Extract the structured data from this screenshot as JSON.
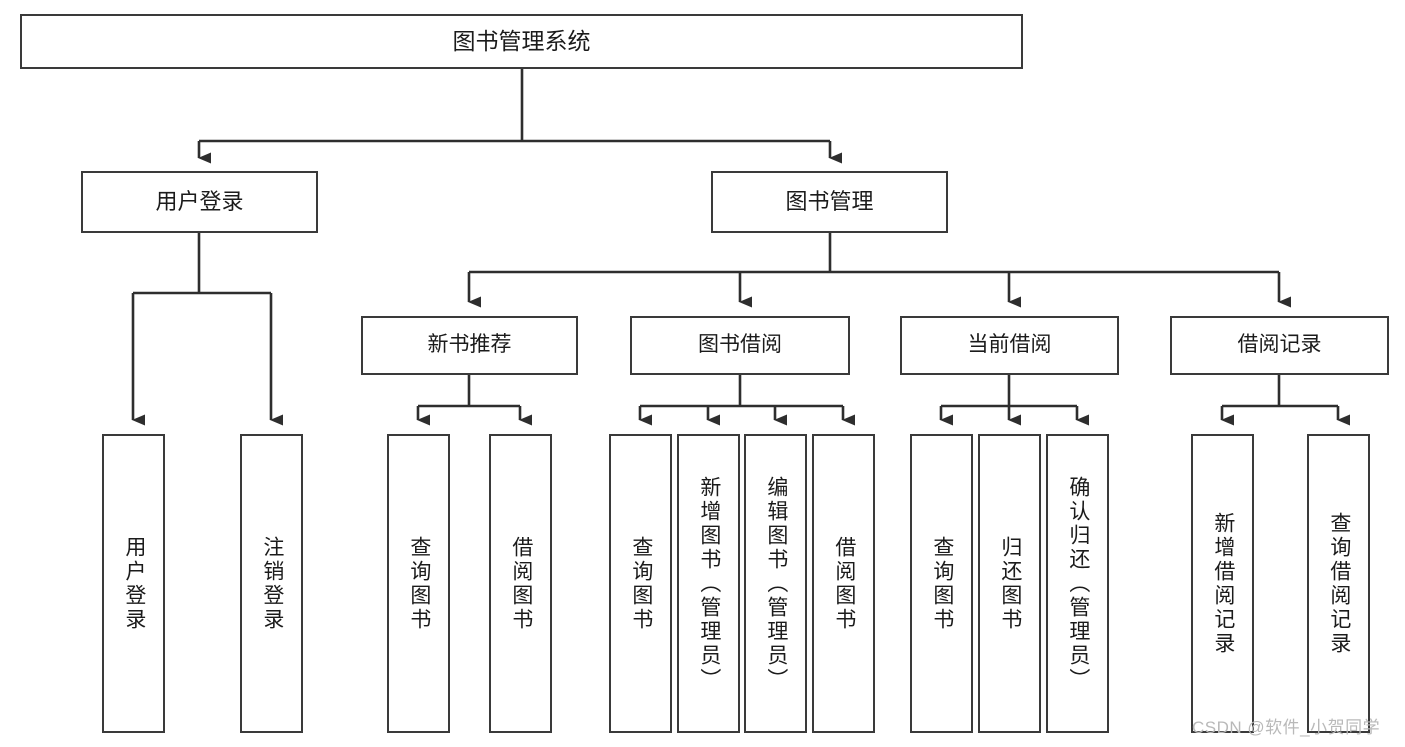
{
  "diagram": {
    "type": "tree-hierarchy",
    "title": "图书管理系统",
    "watermark": "CSDN @软件_小贺同学",
    "colors": {
      "box_border": "#3a3a3a",
      "box_fill": "#ffffff",
      "edge": "#2e2e2e",
      "text": "#1b1b1b",
      "watermark": "#b9b9b9",
      "background": "#ffffff"
    },
    "root": {
      "label": "图书管理系统"
    },
    "level1": [
      {
        "label": "用户登录"
      },
      {
        "label": "图书管理"
      }
    ],
    "level2": [
      {
        "label": "新书推荐"
      },
      {
        "label": "图书借阅"
      },
      {
        "label": "当前借阅"
      },
      {
        "label": "借阅记录"
      }
    ],
    "leaves": {
      "user_login": [
        {
          "label": "用户登录"
        },
        {
          "label": "注销登录"
        }
      ],
      "new_book_recommend": [
        {
          "label": "查询图书"
        },
        {
          "label": "借阅图书"
        }
      ],
      "book_borrow": [
        {
          "label": "查询图书"
        },
        {
          "label": "新增图书（管理员）"
        },
        {
          "label": "编辑图书（管理员）"
        },
        {
          "label": "借阅图书"
        }
      ],
      "current_borrow": [
        {
          "label": "查询图书"
        },
        {
          "label": "归还图书"
        },
        {
          "label": "确认归还（管理员）"
        }
      ],
      "borrow_record": [
        {
          "label": "新增借阅记录"
        },
        {
          "label": "查询借阅记录"
        }
      ]
    }
  }
}
